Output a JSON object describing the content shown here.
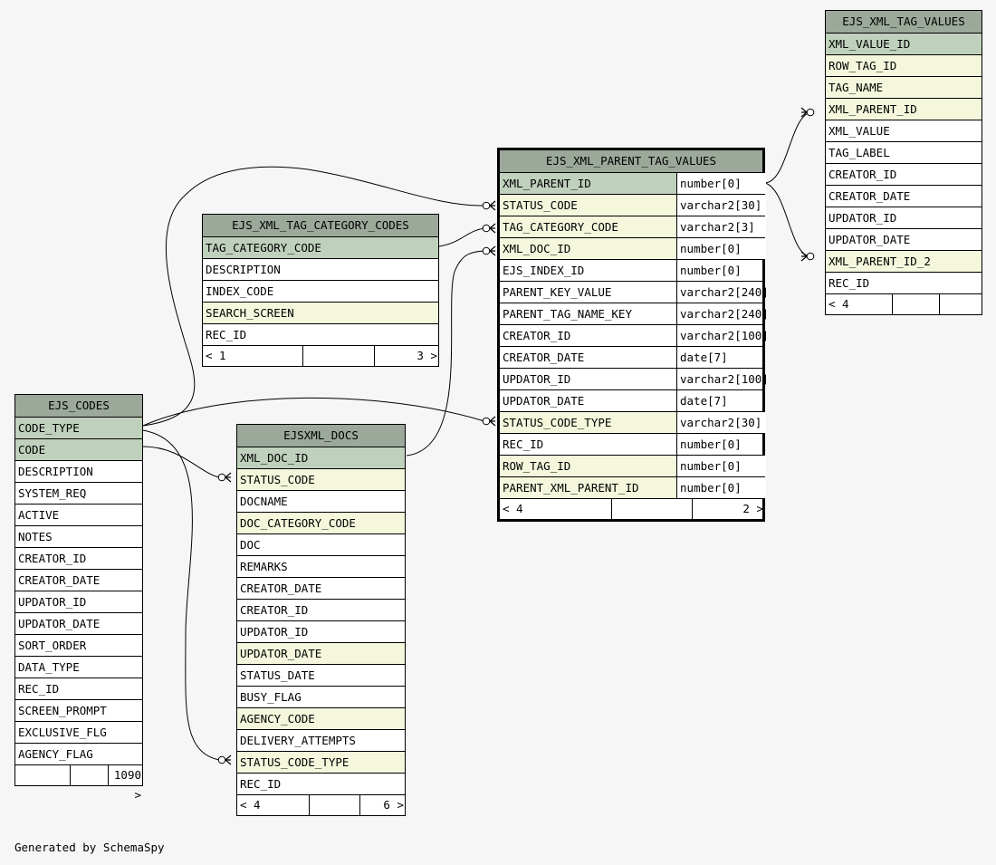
{
  "footer_text": "Generated by SchemaSpy",
  "tables": {
    "ejs_xml_tag_values": {
      "name": "EJS_XML_TAG_VALUES",
      "columns": [
        {
          "name": "XML_VALUE_ID",
          "kind": "pk"
        },
        {
          "name": "ROW_TAG_ID",
          "kind": "fk"
        },
        {
          "name": "TAG_NAME",
          "kind": "fk"
        },
        {
          "name": "XML_PARENT_ID",
          "kind": "fk"
        },
        {
          "name": "XML_VALUE",
          "kind": "plain"
        },
        {
          "name": "TAG_LABEL",
          "kind": "plain"
        },
        {
          "name": "CREATOR_ID",
          "kind": "plain"
        },
        {
          "name": "CREATOR_DATE",
          "kind": "plain"
        },
        {
          "name": "UPDATOR_ID",
          "kind": "plain"
        },
        {
          "name": "UPDATOR_DATE",
          "kind": "plain"
        },
        {
          "name": "XML_PARENT_ID_2",
          "kind": "fk"
        },
        {
          "name": "REC_ID",
          "kind": "plain"
        }
      ],
      "footer": {
        "left": "< 4",
        "middle": "",
        "right": ""
      }
    },
    "ejs_xml_parent_tag_values": {
      "name": "EJS_XML_PARENT_TAG_VALUES",
      "columns": [
        {
          "name": "XML_PARENT_ID",
          "type": "number[0]",
          "kind": "pk"
        },
        {
          "name": "STATUS_CODE",
          "type": "varchar2[30]",
          "kind": "fk"
        },
        {
          "name": "TAG_CATEGORY_CODE",
          "type": "varchar2[3]",
          "kind": "fk"
        },
        {
          "name": "XML_DOC_ID",
          "type": "number[0]",
          "kind": "fk"
        },
        {
          "name": "EJS_INDEX_ID",
          "type": "number[0]",
          "kind": "plain"
        },
        {
          "name": "PARENT_KEY_VALUE",
          "type": "varchar2[240]",
          "kind": "plain"
        },
        {
          "name": "PARENT_TAG_NAME_KEY",
          "type": "varchar2[240]",
          "kind": "plain"
        },
        {
          "name": "CREATOR_ID",
          "type": "varchar2[100]",
          "kind": "plain"
        },
        {
          "name": "CREATOR_DATE",
          "type": "date[7]",
          "kind": "plain"
        },
        {
          "name": "UPDATOR_ID",
          "type": "varchar2[100]",
          "kind": "plain"
        },
        {
          "name": "UPDATOR_DATE",
          "type": "date[7]",
          "kind": "plain"
        },
        {
          "name": "STATUS_CODE_TYPE",
          "type": "varchar2[30]",
          "kind": "fk"
        },
        {
          "name": "REC_ID",
          "type": "number[0]",
          "kind": "plain"
        },
        {
          "name": "ROW_TAG_ID",
          "type": "number[0]",
          "kind": "fk"
        },
        {
          "name": "PARENT_XML_PARENT_ID",
          "type": "number[0]",
          "kind": "fk"
        }
      ],
      "footer": {
        "left": "< 4",
        "middle": "",
        "right": "2 >"
      }
    },
    "ejs_xml_tag_category_codes": {
      "name": "EJS_XML_TAG_CATEGORY_CODES",
      "columns": [
        {
          "name": "TAG_CATEGORY_CODE",
          "kind": "pk"
        },
        {
          "name": "DESCRIPTION",
          "kind": "plain"
        },
        {
          "name": "INDEX_CODE",
          "kind": "plain"
        },
        {
          "name": "SEARCH_SCREEN",
          "kind": "fk"
        },
        {
          "name": "REC_ID",
          "kind": "plain"
        }
      ],
      "footer": {
        "left": "< 1",
        "middle": "",
        "right": "3 >"
      }
    },
    "ejs_codes": {
      "name": "EJS_CODES",
      "columns": [
        {
          "name": "CODE_TYPE",
          "kind": "pk"
        },
        {
          "name": "CODE",
          "kind": "pk"
        },
        {
          "name": "DESCRIPTION",
          "kind": "plain"
        },
        {
          "name": "SYSTEM_REQ",
          "kind": "plain"
        },
        {
          "name": "ACTIVE",
          "kind": "plain"
        },
        {
          "name": "NOTES",
          "kind": "plain"
        },
        {
          "name": "CREATOR_ID",
          "kind": "plain"
        },
        {
          "name": "CREATOR_DATE",
          "kind": "plain"
        },
        {
          "name": "UPDATOR_ID",
          "kind": "plain"
        },
        {
          "name": "UPDATOR_DATE",
          "kind": "plain"
        },
        {
          "name": "SORT_ORDER",
          "kind": "plain"
        },
        {
          "name": "DATA_TYPE",
          "kind": "plain"
        },
        {
          "name": "REC_ID",
          "kind": "plain"
        },
        {
          "name": "SCREEN_PROMPT",
          "kind": "plain"
        },
        {
          "name": "EXCLUSIVE_FLG",
          "kind": "plain"
        },
        {
          "name": "AGENCY_FLAG",
          "kind": "plain"
        }
      ],
      "footer": {
        "left": "",
        "middle": "",
        "right": "1090 >"
      }
    },
    "ejsxml_docs": {
      "name": "EJSXML_DOCS",
      "columns": [
        {
          "name": "XML_DOC_ID",
          "kind": "pk"
        },
        {
          "name": "STATUS_CODE",
          "kind": "fk"
        },
        {
          "name": "DOCNAME",
          "kind": "plain"
        },
        {
          "name": "DOC_CATEGORY_CODE",
          "kind": "fk"
        },
        {
          "name": "DOC",
          "kind": "plain"
        },
        {
          "name": "REMARKS",
          "kind": "plain"
        },
        {
          "name": "CREATOR_DATE",
          "kind": "plain"
        },
        {
          "name": "CREATOR_ID",
          "kind": "plain"
        },
        {
          "name": "UPDATOR_ID",
          "kind": "plain"
        },
        {
          "name": "UPDATOR_DATE",
          "kind": "fk"
        },
        {
          "name": "STATUS_DATE",
          "kind": "plain"
        },
        {
          "name": "BUSY_FLAG",
          "kind": "plain"
        },
        {
          "name": "AGENCY_CODE",
          "kind": "fk"
        },
        {
          "name": "DELIVERY_ATTEMPTS",
          "kind": "plain"
        },
        {
          "name": "STATUS_CODE_TYPE",
          "kind": "fk"
        },
        {
          "name": "REC_ID",
          "kind": "plain"
        }
      ],
      "footer": {
        "left": "< 4",
        "middle": "",
        "right": "6 >"
      }
    }
  }
}
